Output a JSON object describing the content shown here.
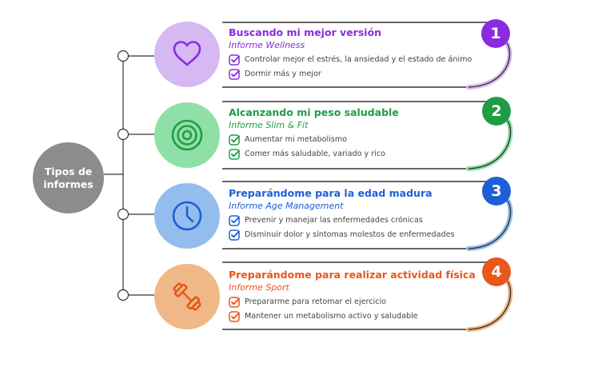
{
  "root": {
    "label": "Tipos de informes"
  },
  "items": [
    {
      "number": "1",
      "title": "Buscando mi mejor versión",
      "subtitle": "Informe Wellness",
      "bullets": [
        "Controlar mejor el estrés, la ansiedad y el estado de ánimo",
        "Dormir más y mejor"
      ],
      "icon": "heart-icon",
      "accent": "#8a2be2",
      "light": "#d6b8f2"
    },
    {
      "number": "2",
      "title": "Alcanzando mi peso saludable",
      "subtitle": "Informe Slim & Fit",
      "bullets": [
        "Aumentar mi metabolismo",
        "Comer más saludable, variado y rico"
      ],
      "icon": "target-icon",
      "accent": "#1f9d45",
      "light": "#8fe0a6"
    },
    {
      "number": "3",
      "title": "Preparándome para la edad madura",
      "subtitle": "Informe Age Management",
      "bullets": [
        "Prevenir y manejar las enfermedades crónicas",
        "Disminuir dolor y síntomas molestos de enfermedades"
      ],
      "icon": "clock-icon",
      "accent": "#1e5fd6",
      "light": "#93bdec"
    },
    {
      "number": "4",
      "title": "Preparándome para realizar actividad física",
      "subtitle": "Informe Sport",
      "bullets": [
        "Prepararme para retomar el ejercicio",
        "Mantener un metabolismo activo y saludable"
      ],
      "icon": "dumbbell-icon",
      "accent": "#e8571b",
      "light": "#f0b886"
    }
  ]
}
